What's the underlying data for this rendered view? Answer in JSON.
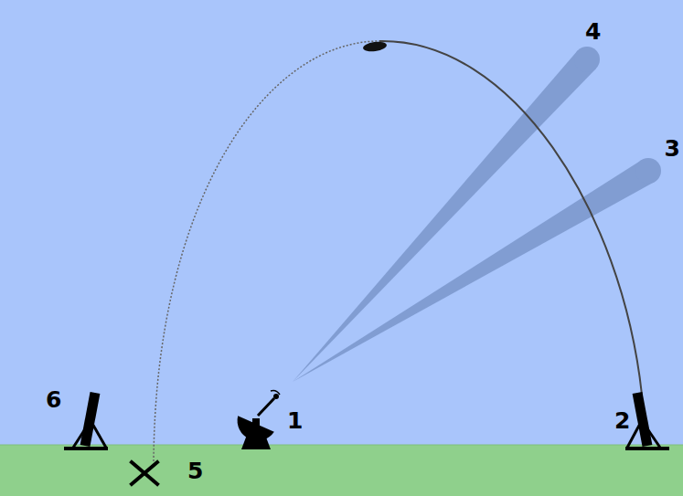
{
  "diagram": {
    "labels": [
      "4",
      "3",
      "6",
      "1",
      "2",
      "5"
    ]
  }
}
